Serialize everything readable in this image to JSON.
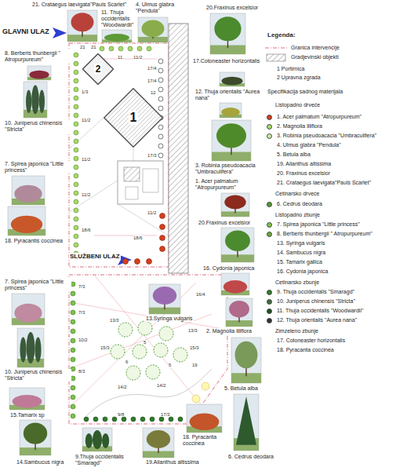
{
  "diagram": {
    "nodes": [
      {
        "text": [
          "2"
        ]
      },
      {
        "text": [
          "1"
        ]
      }
    ],
    "labels": [
      "GLAVNI ULAZ",
      "SLUŽBENI ULAZ",
      "21. Crataegus laevigata\"Pauls Scarlet\"",
      "11. Thuja occidentalis \"Woodwardii\"",
      "4. Ulmus glabra \"Pendula\"",
      "20.Fraxinus excelsior",
      "17.Cotoneaster horizontalis",
      "12. Thuja orientalis \"Aurea nana\"",
      "3. Robinia pseudoacacia \"Umbraculifera\"",
      "1. Acer palmatum \"Atropurpureum\"",
      "20.Fraxinus excelsior",
      "16. Cydonia japonica",
      "2. Magnolia liliflora",
      "5. Betula alba",
      "6. Cedrus deodara",
      "18. Pyracanta coccinea",
      "19.Ailanthus altissima",
      "9.Thuja occidentalis \"Smaragd\"",
      "14.Sambucus nigra",
      "15.Tamarix sp",
      "10. Juniperus chinensis \"Stricta\"",
      "7. Spirea japonica \"Little princess\"",
      "18. Pyracantis coccinea",
      "7. Spirea japonica \"Little princess\"",
      "10. Juniperus chinensis \"Stricta\"",
      "8. Berberis thunbergii \" Atropurpureum\"",
      "13.Syringa vulgaris",
      "Legenda:",
      "Specifikacija sadnog materijala",
      "Listopadno drveće",
      "Cetinarsko drveće",
      "Listopadno zbunje",
      "Cetinarsko zbunje",
      "Zimzeleno zbunje",
      "21",
      "21",
      "11",
      "11/2",
      "17/4",
      "17/4",
      "1/3",
      "11/2",
      "11/2",
      "17/3",
      "11/2",
      "18/6",
      "18/6",
      "11/2",
      "7/3",
      "7/3",
      "10/2",
      "8/3",
      "13/3",
      "13/3",
      "15/3",
      "15/3",
      "14/2",
      "14/2",
      "5",
      "5",
      "6",
      "19",
      "16/4",
      "9/8",
      "17/3",
      "12"
    ],
    "legend": [
      {
        "text": "Granica intervencije"
      },
      {
        "text": "Gradjevinski objekti"
      },
      {
        "text": "1 Portirnica"
      },
      {
        "text": "2 Upravna zgrada"
      },
      {
        "text": "1. Acer palmatum \"Atropurpureum\"",
        "color": "#d2401e"
      },
      {
        "text": "2. Magnolia liliflora",
        "color": "#a6d86a"
      },
      {
        "text": "3. Robinia pseudoacacia \"Umbraculifera\"",
        "color": "#c9e8a4"
      },
      {
        "text": "4. Ulmus glabra \"Pendula\""
      },
      {
        "text": "5. Betula alba"
      },
      {
        "text": "19. Ailanthus altissima"
      },
      {
        "text": "20. Fraxinus excelsior"
      },
      {
        "text": "21. Crataegus laevigata\"Pauls Scarlet\""
      },
      {
        "text": "6. Cedrus deodara",
        "color": "#4f9a32"
      },
      {
        "text": "7. Spirea japonica \"Little princess\"",
        "color": "#7cc04a"
      },
      {
        "text": "8. Berberis thunbergii \" Atropurpureum\"",
        "color": "#6aa83c"
      },
      {
        "text": "13. Syringa vulgaris"
      },
      {
        "text": "14. Sambucus nigra"
      },
      {
        "text": "15. Tamarix gallica"
      },
      {
        "text": "16. Cydonia japonica"
      },
      {
        "text": "9. Thuja occidentalis \"Smaragd\"",
        "color": "#2f7a2a"
      },
      {
        "text": "10. Juniperus chinensis \"Stricta\"",
        "color": "#3e6b3a"
      },
      {
        "text": "11. Thuja occidentalis \"Woodwardii\"",
        "color": "#1f4d1f"
      },
      {
        "text": "12. Thuja orientalis \"Aurea nana\"",
        "color": "#333333"
      },
      {
        "text": "17. Cotoneaster horizontalis"
      },
      {
        "text": "18. Pyracanta coccinea"
      }
    ]
  }
}
